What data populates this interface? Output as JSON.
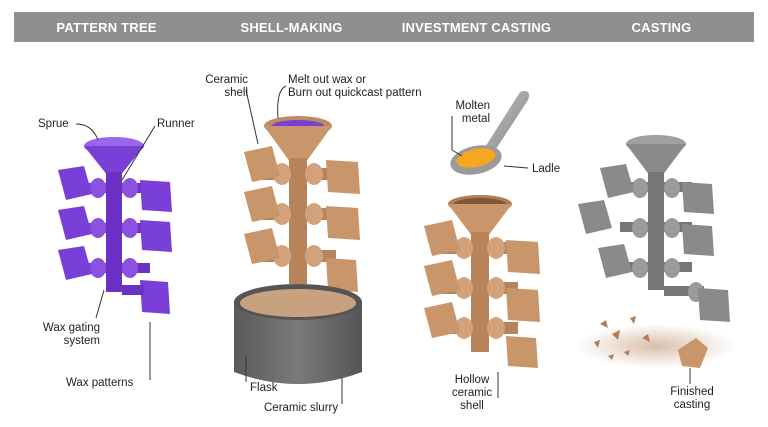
{
  "header": {
    "steps": [
      "PATTERN TREE",
      "SHELL-MAKING",
      "INVESTMENT CASTING",
      "CASTING"
    ]
  },
  "labels": {
    "sprue": "Sprue",
    "runner": "Runner",
    "wax_gating_1": "Wax gating",
    "wax_gating_2": "system",
    "wax_patterns": "Wax patterns",
    "ceramic_shell_1": "Ceramic",
    "ceramic_shell_2": "shell",
    "melt_out_1": "Melt out wax or",
    "melt_out_2": "Burn out quickcast pattern",
    "flask": "Flask",
    "ceramic_slurry": "Ceramic slurry",
    "molten_metal_1": "Molten",
    "molten_metal_2": "metal",
    "ladle": "Ladle",
    "hollow_shell_1": "Hollow",
    "hollow_shell_2": "ceramic",
    "hollow_shell_3": "shell",
    "finished_casting_1": "Finished",
    "finished_casting_2": "casting"
  },
  "colors": {
    "header_bg": "#8f8f8f",
    "wax": "#7a3fd6",
    "wax_dark": "#5a22a8",
    "ceramic": "#c9956a",
    "ceramic_dark": "#a8744c",
    "metal": "#8a8a8a",
    "metal_dark": "#6a6a6a",
    "molten": "#f5a623",
    "flask": "#6d6d6d",
    "slurry": "#c8a27e"
  }
}
